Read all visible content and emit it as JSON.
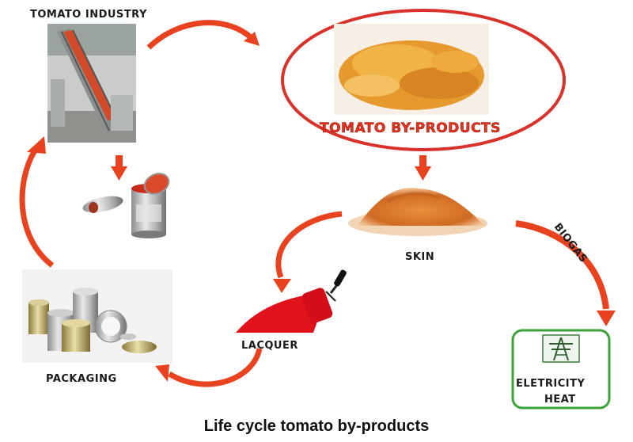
{
  "nodes": {
    "tomato_industry": "TOMATO INDUSTRY",
    "tomato_byproducts": "TOMATO BY-PRODUCTS",
    "skin": "SKIN",
    "lacquer": "LACQUER",
    "packaging": "PACKAGING",
    "electricity": "ELETRICITY",
    "heat": "HEAT"
  },
  "edges": {
    "biogas": "BIOGAS"
  },
  "caption": "Life cycle tomato by-products",
  "colors": {
    "arrow": "#e8421f",
    "ellipse": "#d8322a",
    "energy_box": "#3aa33a",
    "lacquer_red": "#e0121b"
  }
}
